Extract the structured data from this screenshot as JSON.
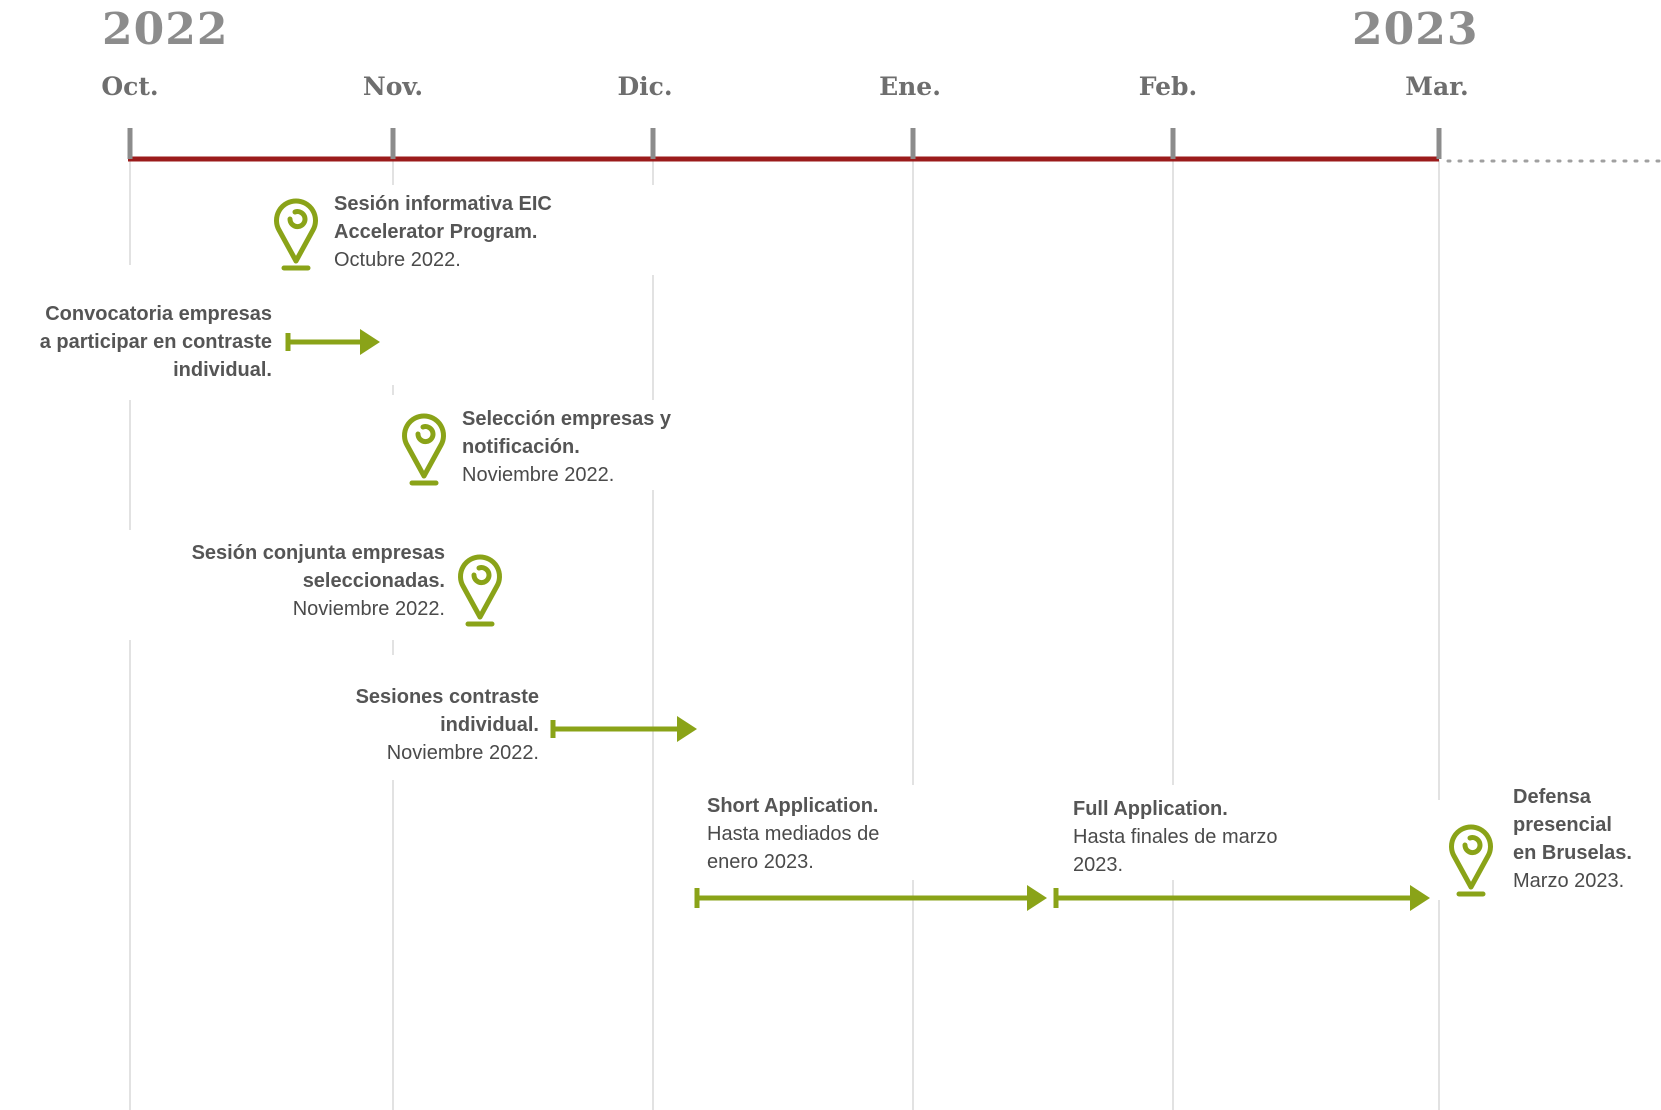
{
  "years": [
    {
      "id": "y2022",
      "label": "2022"
    },
    {
      "id": "y2023",
      "label": "2023"
    }
  ],
  "months": [
    "Oct.",
    "Nov.",
    "Dic.",
    "Ene.",
    "Feb.",
    "Mar."
  ],
  "colors": {
    "axis": "#9b1b1b",
    "accent": "#8aa318",
    "tick": "#8c8c8c",
    "grid": "#e2e2e2",
    "dots": "#a0a0a0"
  },
  "events": [
    {
      "id": "e1",
      "kind": "pin",
      "icon": "location-pin-icon",
      "title": [
        "Sesión informativa EIC",
        "Accelerator Program."
      ],
      "sub": [
        "Octubre 2022."
      ]
    },
    {
      "id": "e2",
      "kind": "arrow",
      "icon": "arrow-right-icon",
      "title": [
        "Convocatoria empresas",
        "a participar en contraste",
        "individual."
      ],
      "sub": []
    },
    {
      "id": "e3",
      "kind": "pin",
      "icon": "location-pin-icon",
      "title": [
        "Selección empresas y",
        "notificación."
      ],
      "sub": [
        "Noviembre 2022."
      ]
    },
    {
      "id": "e4",
      "kind": "pin",
      "icon": "location-pin-icon",
      "title": [
        "Sesión conjunta empresas",
        "seleccionadas."
      ],
      "sub": [
        "Noviembre 2022."
      ]
    },
    {
      "id": "e5",
      "kind": "arrow",
      "icon": "arrow-right-icon",
      "title": [
        "Sesiones contraste",
        "individual."
      ],
      "sub": [
        "Noviembre 2022."
      ]
    },
    {
      "id": "e6",
      "kind": "arrow",
      "icon": "arrow-right-icon",
      "title": [
        "Short Application."
      ],
      "sub": [
        "Hasta mediados de",
        "enero 2023."
      ]
    },
    {
      "id": "e7",
      "kind": "arrow",
      "icon": "arrow-right-icon",
      "title": [
        "Full Application."
      ],
      "sub": [
        "Hasta finales de marzo",
        "2023."
      ]
    },
    {
      "id": "e8",
      "kind": "pin",
      "icon": "location-pin-icon",
      "title": [
        "Defensa",
        "presencial",
        "en Bruselas."
      ],
      "sub": [
        "Marzo 2023."
      ]
    }
  ]
}
